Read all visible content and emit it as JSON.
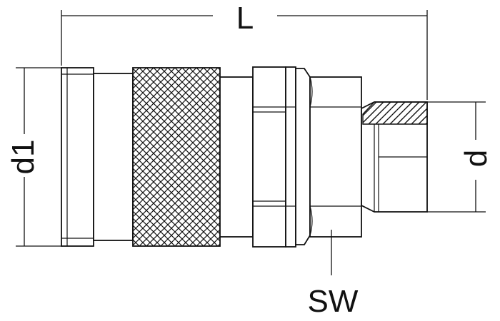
{
  "diagram": {
    "labels": {
      "length": "L",
      "outer_diameter": "d1",
      "thread_diameter": "d",
      "wrench_size": "SW"
    },
    "colors": {
      "line": "#111111",
      "background": "#ffffff"
    }
  }
}
